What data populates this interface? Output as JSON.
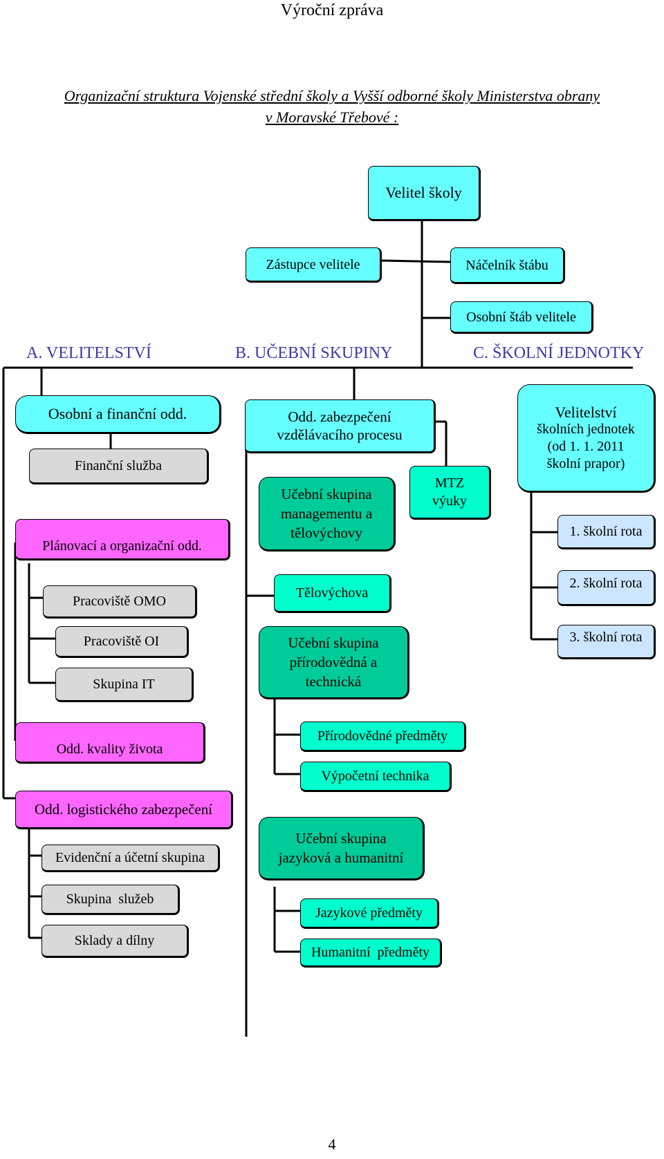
{
  "header": "Výroční zpráva",
  "title_line1": "Organizační struktura Vojenské střední školy a Vyšší odborné školy Ministerstva obrany",
  "title_line2": "v Moravské Třebové :",
  "sections": {
    "a": "A. VELITELSTVÍ",
    "b": "B. UČEBNÍ SKUPINY",
    "c": "C. ŠKOLNÍ JEDNOTKY"
  },
  "boxes": {
    "velitel": "Velitel školy",
    "zastupce": "Zástupce velitele",
    "nacelnik": "Náčelník štábu",
    "osobni_stab": "Osobní štáb velitele",
    "osobni_financni": "Osobní a finanční odd.",
    "financni_sluzba": "Finanční služba",
    "planovaci": "Plánovací a organizační odd.",
    "omo": "Pracoviště OMO",
    "oi": "Pracoviště OI",
    "it": "Skupina IT",
    "kvalita": "Odd. kvality života",
    "logisticke": "Odd. logistického zabezpečení",
    "evidencni": "Evidenční a účetní skupina",
    "sluzby": "Skupina  služeb",
    "sklady": "Sklady a dílny",
    "zabezpeceni_l1": "Odd. zabezpečení",
    "zabezpeceni_l2": "vzdělávacího procesu",
    "mtz_l1": "MTZ",
    "mtz_l2": "výuky",
    "management_l1": "Učební skupina",
    "management_l2": "managementu a",
    "management_l3": "tělovýchovy",
    "telovychova": "Tělovýchova",
    "prirodovedna_l1": "Učební skupina",
    "prirodovedna_l2": "přírodovědná a",
    "prirodovedna_l3": "technická",
    "prirodovedne_predmety": "Přírodovědné předměty",
    "vypocetni": "Výpočetní technika",
    "jazykova_l1": "Učební skupina",
    "jazykova_l2": "jazyková a humanitní",
    "jazykove_predmety": "Jazykové předměty",
    "humanitni_predmety": "Humanitní  předměty",
    "velitelstvi_l1": "Velitelství",
    "velitelstvi_l2": "školních jednotek",
    "velitelstvi_l3": "(od 1. 1. 2011",
    "velitelstvi_l4": "školní prapor)",
    "rota1": "1. školní rota",
    "rota2": "2. školní rota",
    "rota3": "3. školní rota"
  },
  "page_number": "4"
}
